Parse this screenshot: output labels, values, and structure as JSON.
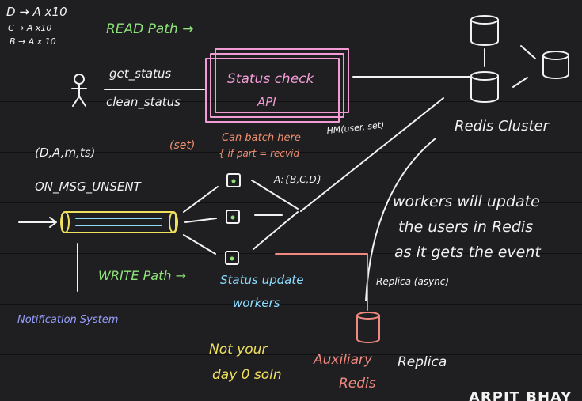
{
  "colors": {
    "background": "#1f1f21",
    "rule": "#101012",
    "white": "#f2f2f2",
    "green": "#8ee27a",
    "pink": "#f29cd6",
    "cyan": "#8cdcff",
    "yellow": "#f0e060",
    "orange": "#f09070",
    "blue": "#9aa0ff",
    "salmon": "#f08a80"
  },
  "legend": {
    "line1": "D → A  x10",
    "line2": "C → A x10",
    "line3": "B → A x 10"
  },
  "read_path": "READ Path →",
  "user": {
    "get_status": "get_status",
    "clean_status": "clean_status"
  },
  "api_box": {
    "line1": "Status check",
    "line2": "API"
  },
  "redis_cluster": "Redis Cluster",
  "queue": {
    "participants": "(D,A,m,ts)",
    "event": "ON_MSG_UNSENT"
  },
  "notes": {
    "set": "(set)",
    "batch1": "Can batch here",
    "batch2": "{ if part = recvid",
    "hm": "HM(user, set)",
    "set_content": "A:{B,C,D}"
  },
  "workers_note": {
    "line1": "workers will update",
    "line2": "the users in Redis",
    "line3": "as it gets the event"
  },
  "replica_async": "Replica (async)",
  "write_path": "WRITE Path →",
  "status_workers": {
    "line1": "Status update",
    "line2": "workers"
  },
  "notification_system": "Notification System",
  "yellow_note": {
    "line1": "Not your",
    "line2": "day 0 soln"
  },
  "aux_redis": {
    "line1": "Auxiliary",
    "line2": "Redis"
  },
  "replica_label": "Replica",
  "watermark": "ARPIT BHAY"
}
